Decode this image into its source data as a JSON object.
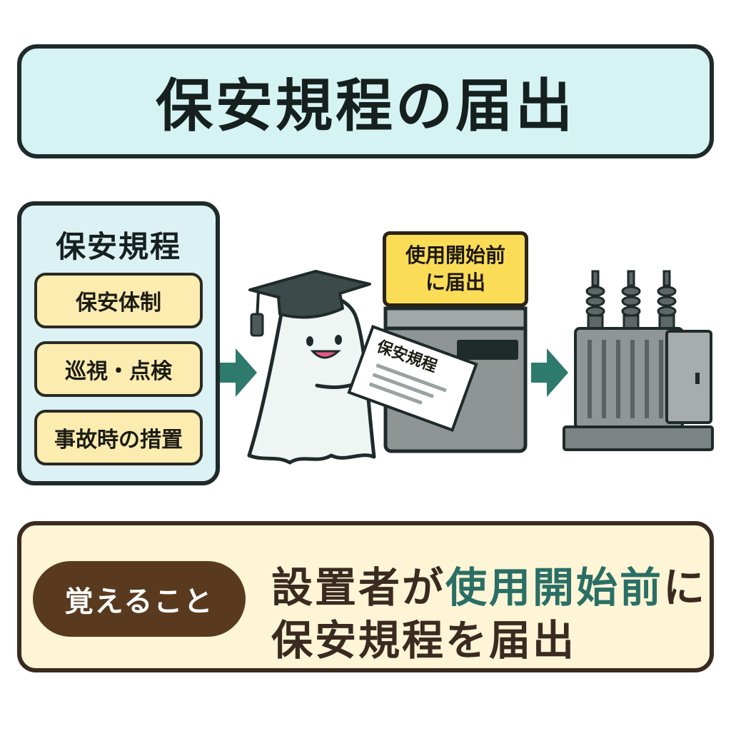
{
  "title": "保安規程の届出",
  "rules_panel": {
    "title": "保安規程",
    "items": [
      "保安体制",
      "巡視・点検",
      "事故時の措置"
    ]
  },
  "submission": {
    "label_line1": "使用開始前",
    "label_line2": "に届出",
    "document_title": "保安規程"
  },
  "memo": {
    "badge": "覚えること",
    "line1_pre": "設置者が",
    "line1_accent": "使用開始前",
    "line1_post": "に",
    "line2": "保安規程を届出"
  },
  "colors": {
    "title_bg": "#d5f3f2",
    "panel_bg": "#dcf1f4",
    "item_bg": "#fcecb0",
    "label_bg": "#fbdc57",
    "arrow": "#2e7a6c",
    "memo_bg": "#fdf5d6",
    "badge_bg": "#5a3a1e",
    "accent_text": "#2a6f66"
  },
  "icons": [
    "arrow-right-icon",
    "ghost-graduate-icon",
    "mortarboard-icon",
    "document-icon",
    "submission-box-icon",
    "transformer-icon"
  ]
}
